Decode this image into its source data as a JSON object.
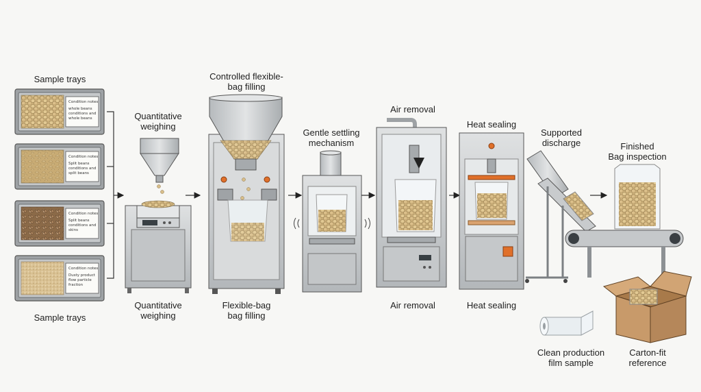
{
  "labels": {
    "sample_trays_top": "Sample trays",
    "sample_trays_bottom": "Sample trays",
    "quant_top": "Quantitative\nweighing",
    "quant_bottom": "Quantitative\nweighing",
    "filling_top": "Controlled flexible-\nbag filling",
    "filling_bottom": "Flexible-bag\nbag filling",
    "settling": "Gentle settling\nmechanism",
    "air_top": "Air removal",
    "air_bottom": "Air removal",
    "heat_top": "Heat sealing",
    "heat_bottom": "Heat sealing",
    "discharge": "Supported\ndischarge",
    "finished": "Finished\nBag inspection",
    "film": "Clean production\nfilm sample",
    "carton": "Carton-fit\nreference"
  },
  "trays": [
    {
      "title": "Condition notes",
      "lines": [
        "whole beans",
        "conditions and",
        "whole beans"
      ]
    },
    {
      "title": "Condition notes",
      "lines": [
        "Split beans",
        "conditions and",
        "split beans"
      ]
    },
    {
      "title": "Condition notes",
      "lines": [
        "Split beans",
        "conditions and",
        "skins"
      ]
    },
    {
      "title": "Condition notes",
      "lines": [
        "Dusty product",
        "flow particle",
        "fraction"
      ]
    }
  ],
  "colors": {
    "steel": "#c9ccce",
    "steel_dark": "#8f9396",
    "bean": "#d8be8a",
    "accent_orange": "#e0702a",
    "cardboard": "#c89a6a"
  }
}
